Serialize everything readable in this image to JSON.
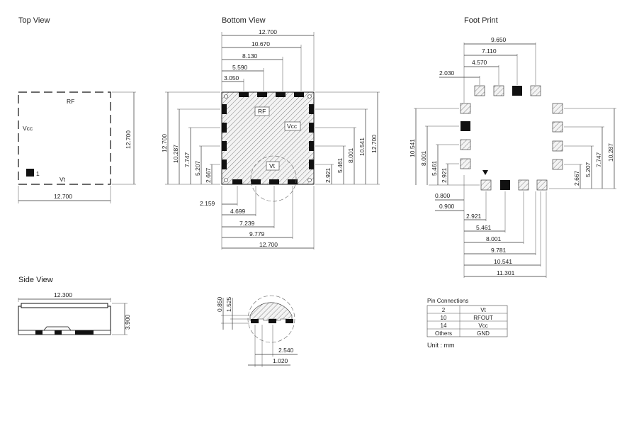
{
  "headings": {
    "top_view": "Top View",
    "bottom_view": "Bottom View",
    "foot_print": "Foot Print",
    "side_view": "Side View"
  },
  "top_view": {
    "label_rf": "RF",
    "label_vcc": "Vcc",
    "label_vt": "Vt",
    "pin1": "1",
    "width": "12.700",
    "height": "12.700"
  },
  "bottom_view": {
    "label_rf": "RF",
    "label_vcc": "Vcc",
    "label_vt": "Vt",
    "top_dims": [
      "12.700",
      "10.670",
      "8.130",
      "5.590",
      "3.050"
    ],
    "left_dims": [
      "12.700",
      "10.287",
      "7.747",
      "5.207",
      "2.667"
    ],
    "right_dims": [
      "2.921",
      "5.461",
      "8.001",
      "10.541",
      "12.700"
    ],
    "bottom_dims": [
      "2.159",
      "4.699",
      "7.239",
      "9.779",
      "12.700"
    ]
  },
  "foot_print": {
    "top_dims": [
      "9.650",
      "7.110",
      "4.570",
      "2.030"
    ],
    "left_dims": [
      "10.541",
      "8.001",
      "5.461",
      "2.921"
    ],
    "right_dims": [
      "2.667",
      "5.207",
      "7.747",
      "10.287"
    ],
    "bottom_dims": [
      "0.800",
      "0.900",
      "2.921",
      "5.461",
      "8.001",
      "9.781",
      "10.541",
      "11.301"
    ]
  },
  "side_view": {
    "width": "12.300",
    "height": "3.900"
  },
  "detail": {
    "dims": [
      "0.850",
      "1.525",
      "2.540",
      "1.020"
    ]
  },
  "pin_connections": {
    "title": "Pin Connections",
    "rows": [
      [
        "2",
        "Vt"
      ],
      [
        "10",
        "RFOUT"
      ],
      [
        "14",
        "Vcc"
      ],
      [
        "Others",
        "GND"
      ]
    ],
    "unit": "Unit : mm"
  }
}
